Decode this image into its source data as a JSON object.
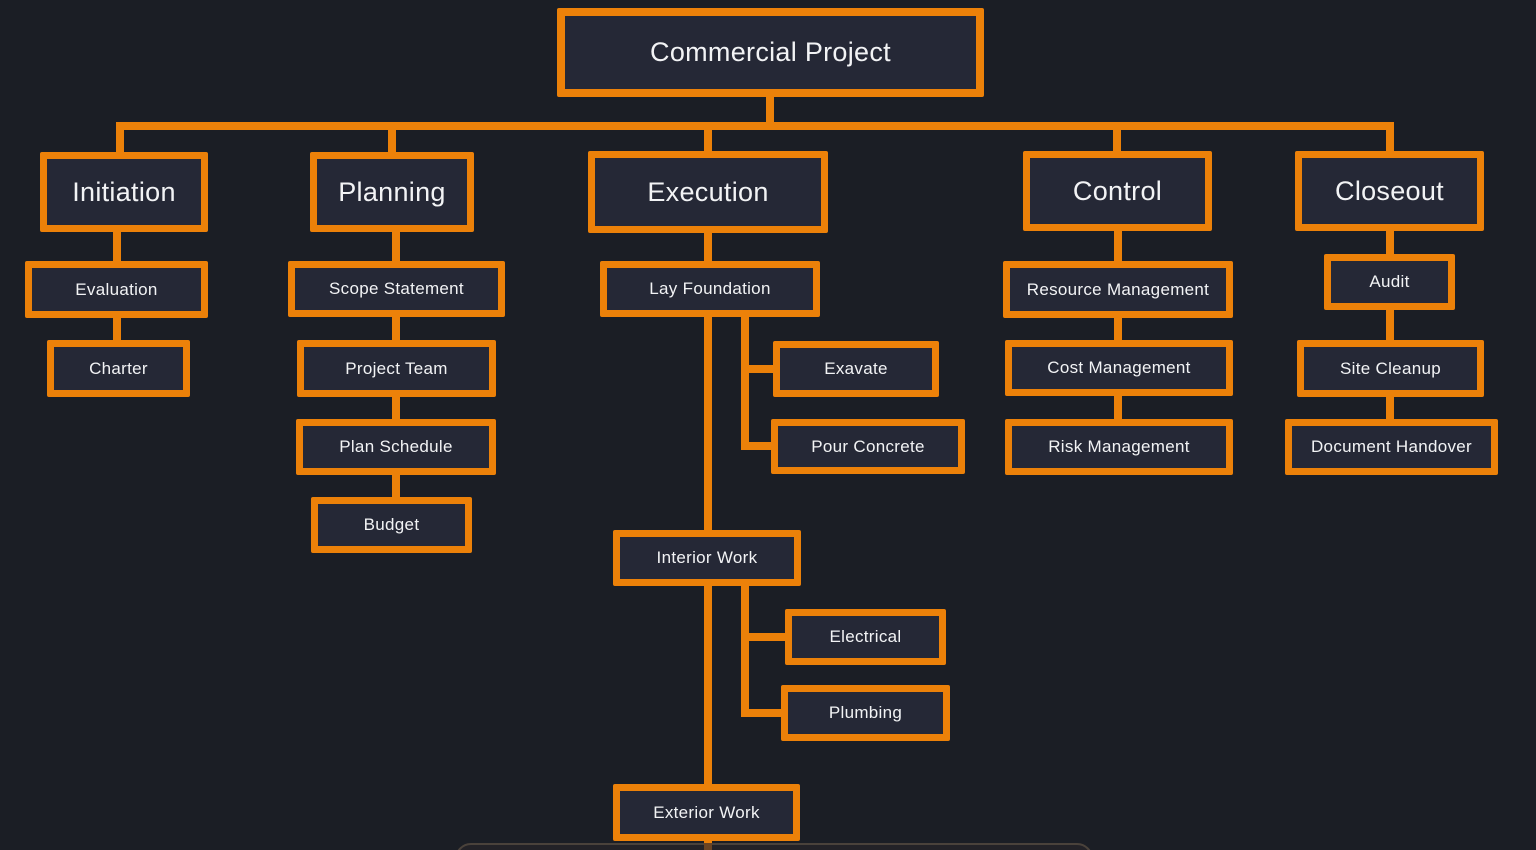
{
  "colors": {
    "background": "#1b1e25",
    "node_fill": "#252836",
    "accent": "#ec8109",
    "text": "#f2f3f5",
    "panel_border": "#4a423b",
    "panel_fill": "#232227",
    "dim_line": "#6b4423"
  },
  "tree": {
    "label": "Commercial Project",
    "children": [
      {
        "label": "Initiation",
        "children": [
          {
            "label": "Evaluation"
          },
          {
            "label": "Charter"
          }
        ]
      },
      {
        "label": "Planning",
        "children": [
          {
            "label": "Scope Statement"
          },
          {
            "label": "Project Team"
          },
          {
            "label": "Plan Schedule"
          },
          {
            "label": "Budget"
          }
        ]
      },
      {
        "label": "Execution",
        "children": [
          {
            "label": "Lay Foundation",
            "children": [
              {
                "label": "Exavate"
              },
              {
                "label": "Pour Concrete"
              }
            ]
          },
          {
            "label": "Interior Work",
            "children": [
              {
                "label": "Electrical"
              },
              {
                "label": "Plumbing"
              }
            ]
          },
          {
            "label": "Exterior Work"
          }
        ]
      },
      {
        "label": "Control",
        "children": [
          {
            "label": "Resource Management"
          },
          {
            "label": "Cost Management"
          },
          {
            "label": "Risk Management"
          }
        ]
      },
      {
        "label": "Closeout",
        "children": [
          {
            "label": "Audit"
          },
          {
            "label": "Site Cleanup"
          },
          {
            "label": "Document Handover"
          }
        ]
      }
    ]
  }
}
